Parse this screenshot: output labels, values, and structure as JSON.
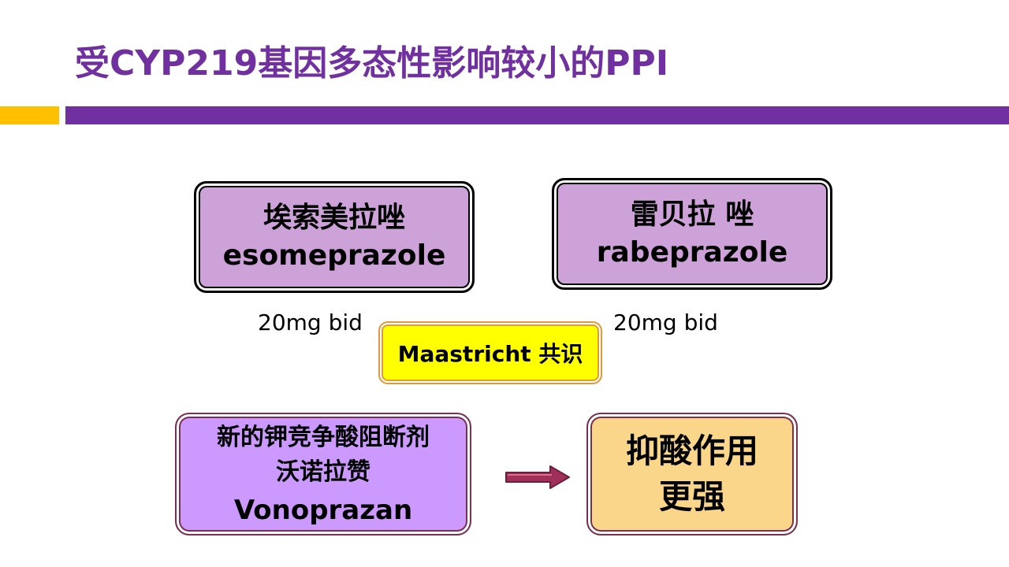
{
  "header": {
    "title": "受CYP219基因多态性影响较小的PPI",
    "accent_color": "#7030a0",
    "secondary_color": "#ffc000"
  },
  "esomeprazole": {
    "cn": "埃索美拉唑",
    "en": "esomeprazole",
    "dose": "20mg bid",
    "color": "#cda2d9"
  },
  "rabeprazole": {
    "cn": "雷贝拉 唑",
    "en": "rabeprazole",
    "dose": "20mg bid",
    "color": "#cda2d9"
  },
  "maastricht": {
    "label": "Maastricht 共识",
    "color": "#ffff00"
  },
  "vonoprazan": {
    "line1": "新的钾竞争酸阻断剂",
    "line2": "沃诺拉赞",
    "line3": "Vonoprazan",
    "color": "#cc99ff"
  },
  "effect": {
    "line1": "抑酸作用",
    "line2": "更强",
    "color": "#fad68a"
  },
  "arrow": {
    "icon": "right-arrow-icon",
    "color": "#a0305a"
  }
}
